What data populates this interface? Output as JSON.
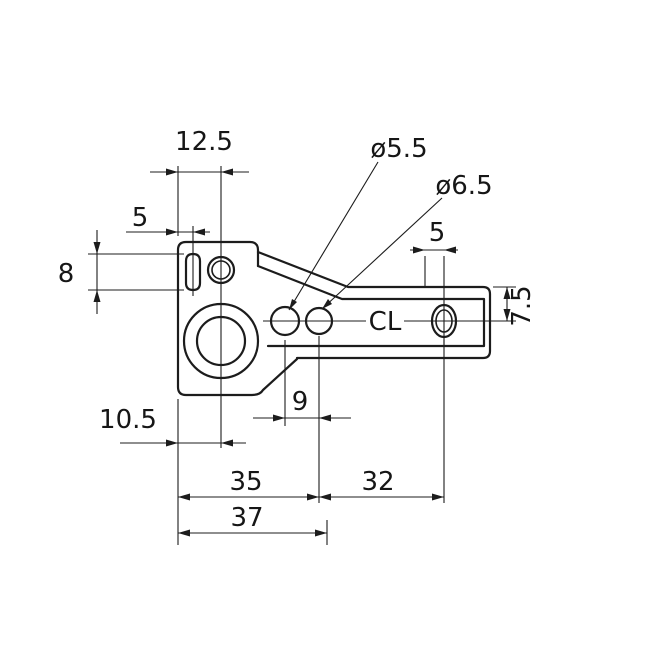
{
  "page": {
    "background": "#ffffff",
    "line_color": "#1c1c1c"
  },
  "drawing": {
    "labels": {
      "centerline": "CL"
    },
    "dims": {
      "d12_5": "12.5",
      "d5_left": "5",
      "d8": "8",
      "dia5_5": "ø5.5",
      "dia6_5": "ø6.5",
      "d5_right": "5",
      "d7_5": "7.5",
      "d9": "9",
      "d10_5": "10.5",
      "d35": "35",
      "d32": "32",
      "d37": "37"
    }
  }
}
